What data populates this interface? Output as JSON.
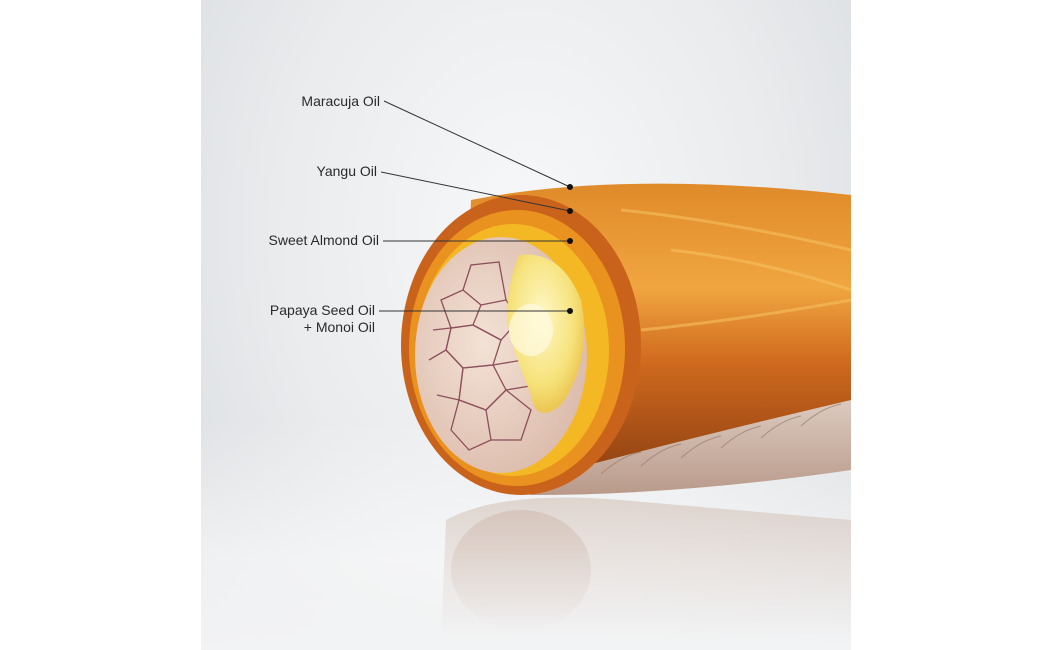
{
  "diagram": {
    "labels": [
      {
        "text": "Maracuja Oil"
      },
      {
        "text": "Yangu Oil"
      },
      {
        "text": "Sweet Almond Oil"
      },
      {
        "text": "Papaya Seed Oil",
        "text2": "+ Monoi Oil"
      }
    ],
    "colors": {
      "outer_layer": "#c9621a",
      "middle_layer": "#e9921f",
      "inner_layer": "#f4b824",
      "core_fill": "#f6e27a",
      "cortex": "#e8cfc0",
      "cortex_lines": "#7d3a4a",
      "leader_line": "#333333"
    }
  }
}
